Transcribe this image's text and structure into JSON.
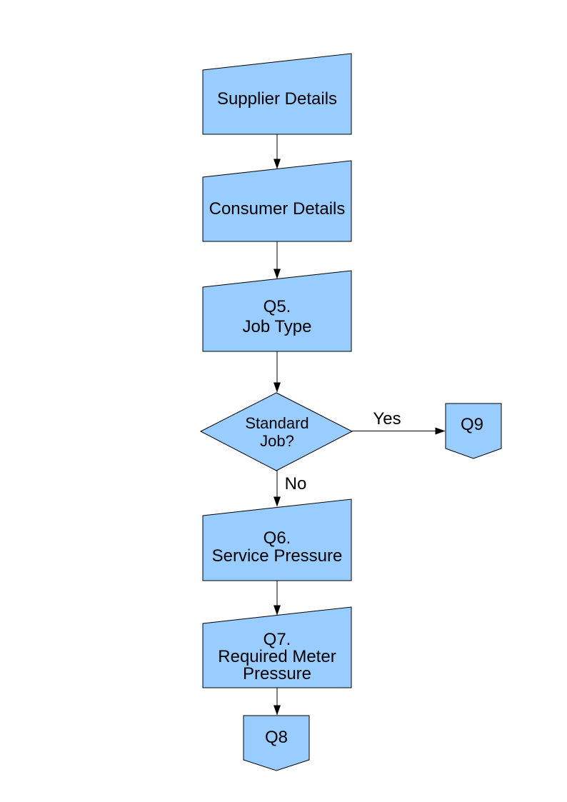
{
  "page": {
    "background_color": "#FFFFFF"
  },
  "diagram": {
    "type": "flowchart",
    "colors": {
      "node_fill": "#99CCFF",
      "node_stroke": "#000000",
      "connector": "#000000",
      "text": "#000000"
    },
    "nodes": {
      "supplier_details": {
        "label": "Supplier Details",
        "shape": "manual-input"
      },
      "consumer_details": {
        "label": "Consumer Details",
        "shape": "manual-input"
      },
      "q5_job_type": {
        "lines": [
          "Q5.",
          "Job Type"
        ],
        "shape": "manual-input"
      },
      "standard_job_decision": {
        "lines": [
          "Standard",
          "Job?"
        ],
        "shape": "decision"
      },
      "q9_connector": {
        "label": "Q9",
        "shape": "off-page-connector"
      },
      "q6_service_pressure": {
        "lines": [
          "Q6.",
          "Service Pressure"
        ],
        "shape": "manual-input"
      },
      "q7_required_meter_pressure": {
        "lines": [
          "Q7.",
          "Required Meter",
          "Pressure"
        ],
        "shape": "manual-input"
      },
      "q8_connector": {
        "label": "Q8",
        "shape": "off-page-connector"
      }
    },
    "edge_labels": {
      "yes": "Yes",
      "no": "No"
    }
  }
}
